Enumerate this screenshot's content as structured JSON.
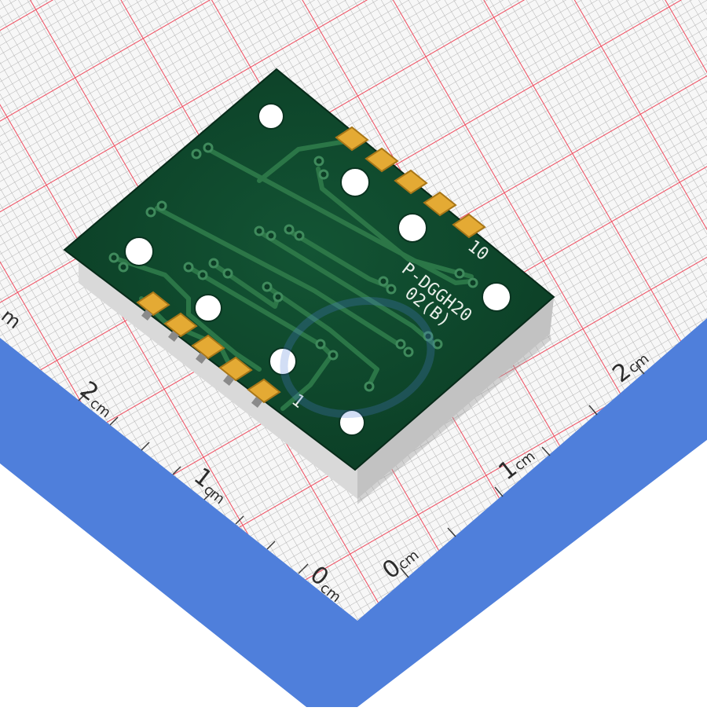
{
  "scene": {
    "subject": "pcb-component-on-grid-mat",
    "colors": {
      "background": "#ffffff",
      "grid_fine": "#b3b3b3",
      "grid_major": "#ef4a5d",
      "ruler_band": "#4f7fdb",
      "pcb": "#0f4a2e",
      "pcb_trace": "#2f7b4a",
      "pad_gold": "#e4aa34",
      "body_side": "#d6d6d6",
      "silkscreen": "#e8eee8"
    }
  },
  "ruler": {
    "unit": "cm",
    "left_labels": [
      {
        "num": "2",
        "unit": "cm"
      },
      {
        "num": "1",
        "unit": "cm"
      },
      {
        "num": "0",
        "unit": "cm"
      }
    ],
    "right_labels": [
      {
        "num": "2",
        "unit": "cm"
      },
      {
        "num": "1",
        "unit": "cm"
      },
      {
        "num": "0",
        "unit": "cm"
      }
    ],
    "edge_fragment": "m"
  },
  "pcb": {
    "part_label_line1": "P-DGGH20",
    "part_label_line2": "02(B)",
    "pin_label_first": "1",
    "pin_label_last": "10"
  }
}
